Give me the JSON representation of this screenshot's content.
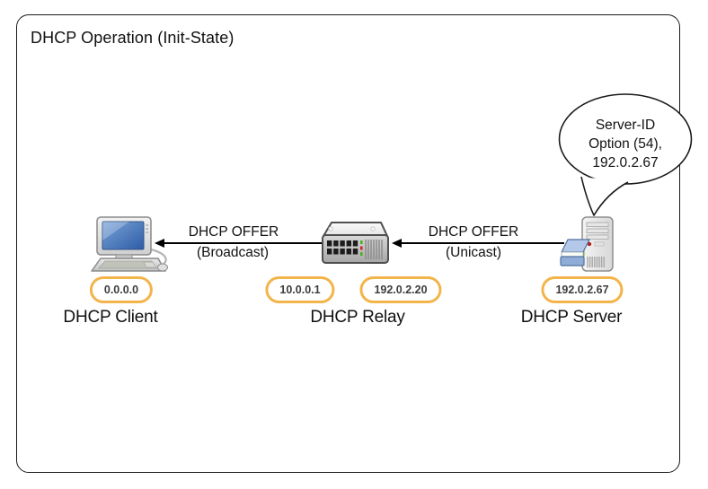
{
  "diagram": {
    "title": "DHCP Operation (Init-State)",
    "callout": {
      "line1": "Server-ID",
      "line2": "Option (54),",
      "line3": "192.0.2.67"
    },
    "messages": [
      {
        "label": "DHCP OFFER",
        "mode": "(Broadcast)"
      },
      {
        "label": "DHCP OFFER",
        "mode": "(Unicast)"
      }
    ],
    "devices": [
      {
        "label": "DHCP Client",
        "icon": "desktop-computer-icon",
        "addresses": [
          "0.0.0.0"
        ]
      },
      {
        "label": "DHCP Relay",
        "icon": "network-switch-icon",
        "addresses": [
          "10.0.0.1",
          "192.0.2.20"
        ]
      },
      {
        "label": "DHCP Server",
        "icon": "server-tower-icon",
        "addresses": [
          "192.0.2.67"
        ]
      }
    ],
    "colors": {
      "badge_border": "#F3B44A",
      "badge_text": "#3C3C3C",
      "line_color": "#000000",
      "outline": "#1A1A1A",
      "text_color": "#111111",
      "screen_blue": "#3E6FB4"
    }
  }
}
